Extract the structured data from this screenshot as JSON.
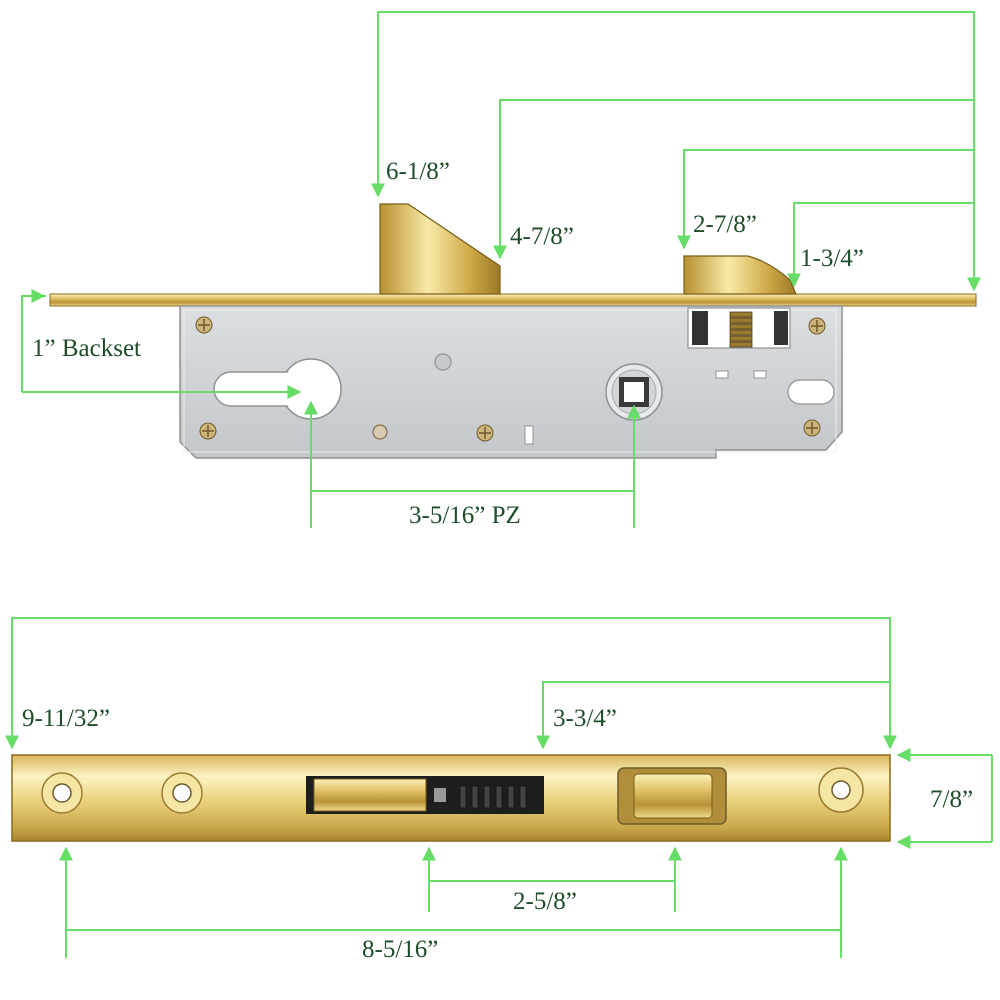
{
  "colors": {
    "dimension_line": "#66dd66",
    "label_text": "#1f4d2a",
    "brass_light": "#f6e7a0",
    "brass_mid": "#d9b75a",
    "brass_dark": "#8a6a1c",
    "case_gray": "#cfd2d4",
    "case_dark": "#8e9194"
  },
  "side_view": {
    "dimensions": {
      "overall_to_deadbolt": "6-1/8”",
      "to_deadbolt_tip": "4-7/8”",
      "to_latch": "2-7/8”",
      "to_latch_tip": "1-3/4”",
      "backset": "1” Backset",
      "center_distance": "3-5/16” PZ"
    }
  },
  "faceplate_view": {
    "dimensions": {
      "overall_length": "9-11/32”",
      "to_latch": "3-3/4”",
      "faceplate_width": "7/8”",
      "bolt_spacing": "2-5/8”",
      "screw_spacing": "8-5/16”"
    }
  },
  "icons": [
    "mortise-lock-body",
    "deadbolt-hook",
    "spring-latch",
    "cylinder-cutout",
    "spindle-hub",
    "mounting-screw"
  ]
}
